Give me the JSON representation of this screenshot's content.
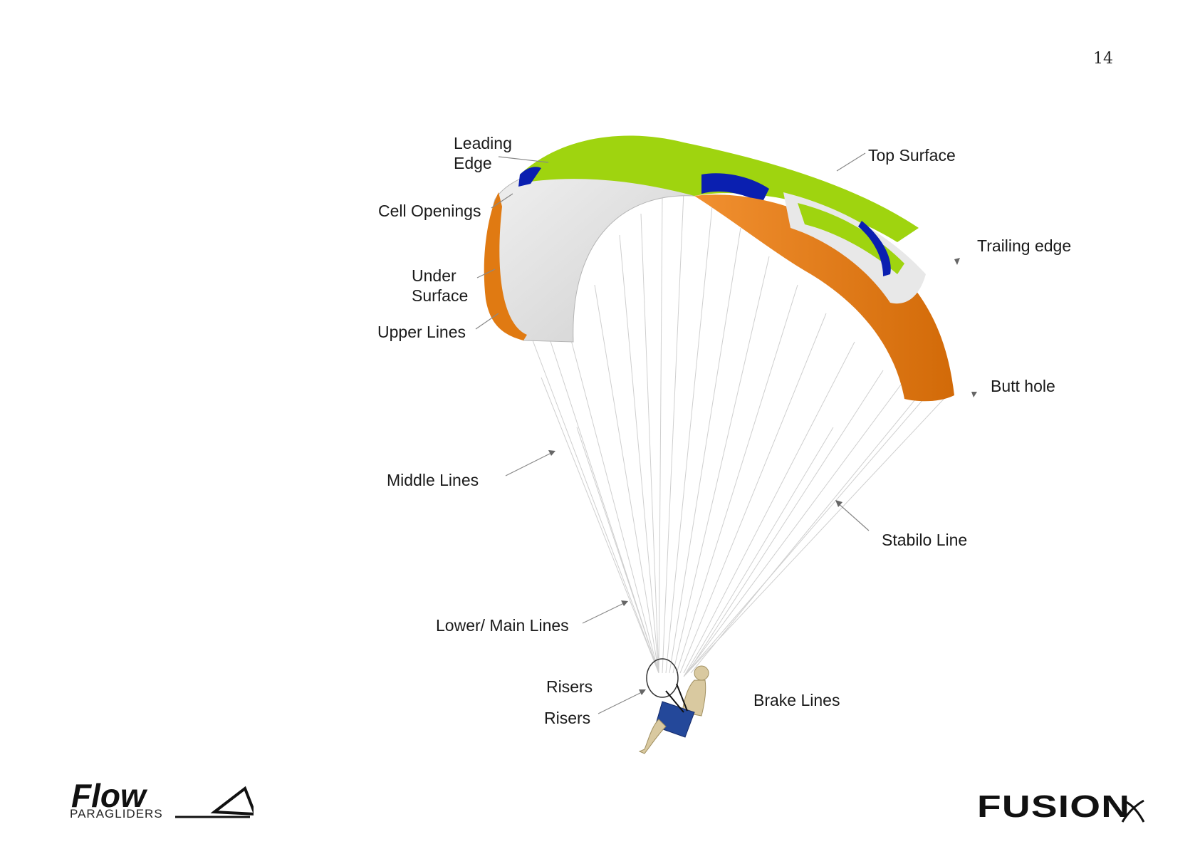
{
  "page": {
    "number": "14"
  },
  "labels": {
    "leading_edge_1": "Leading",
    "leading_edge_2": "Edge",
    "cell_openings": "Cell Openings",
    "under_surface_1": "Under",
    "under_surface_2": "Surface",
    "upper_lines": "Upper Lines",
    "middle_lines": "Middle Lines",
    "lower_main_lines": "Lower/ Main Lines",
    "risers_1": "Risers",
    "risers_2": "Risers",
    "brake_lines": "Brake Lines",
    "top_surface": "Top Surface",
    "trailing_edge": "Trailing edge",
    "butt_hole": "Butt hole",
    "stabilo_line": "Stabilo Line"
  },
  "logos": {
    "flow_main": "Flow",
    "flow_sub": "PARAGLIDERS",
    "fusion": "FUSION"
  },
  "colors": {
    "top_green": "#9fd40f",
    "orange": "#e07a12",
    "white_panel": "#e8e8e8",
    "blue": "#0a1fb0",
    "lines": "#c8c8c8",
    "harness": "#24489a",
    "pilot": "#d9c9a0"
  }
}
